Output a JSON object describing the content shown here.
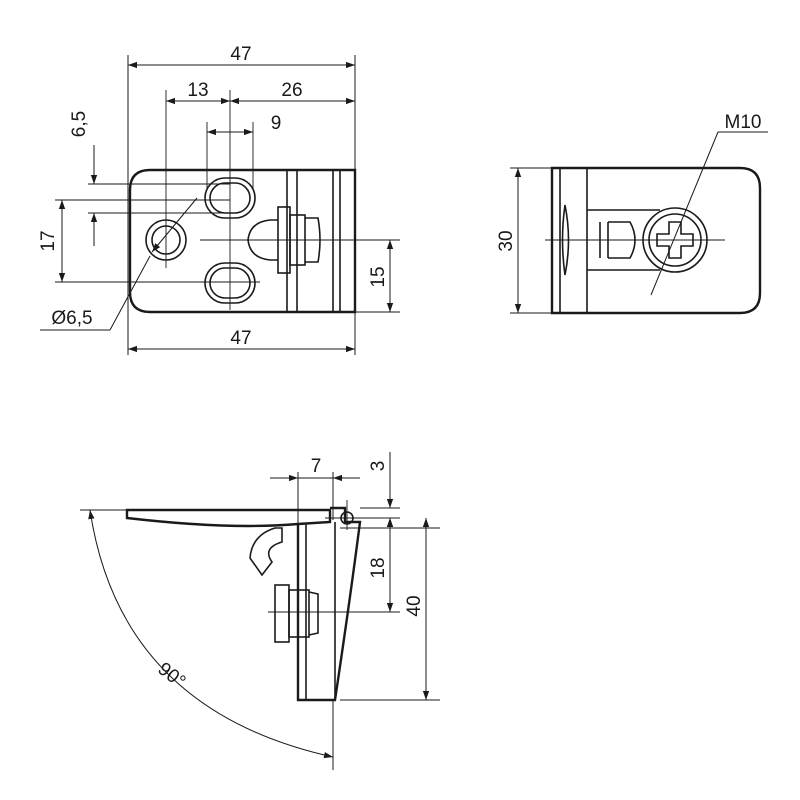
{
  "drawing": {
    "top_view": {
      "dim_overall_width_top": "47",
      "dim_hole_offset": "13",
      "dim_to_center": "26",
      "dim_slot_width": "9",
      "dim_slot_offset": "6,5",
      "dim_hole_spacing": "17",
      "dim_hole_diameter": "Ø6,5",
      "dim_overall_width_bottom": "47",
      "dim_clamp_height": "15"
    },
    "side_view": {
      "dim_height": "30",
      "dim_thread": "M10"
    },
    "section_view": {
      "dim_gap": "7",
      "dim_top_offset": "3",
      "dim_pin_height": "18",
      "dim_total_height": "40",
      "dim_angle": "90°"
    }
  }
}
